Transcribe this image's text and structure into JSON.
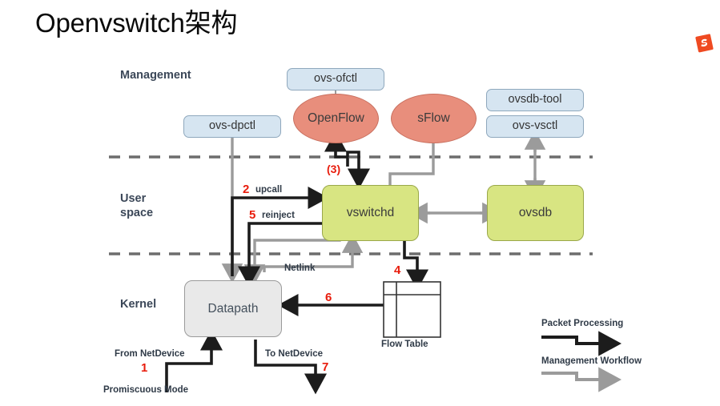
{
  "slide": {
    "title": "Openvswitch架构",
    "logo_name": "s-logo",
    "logo_color": "#ef4a21"
  },
  "layers": [
    {
      "id": "management",
      "label": "Management"
    },
    {
      "id": "userspace",
      "label_line1": "User",
      "label_line2": "space"
    },
    {
      "id": "kernel",
      "label": "Kernel"
    }
  ],
  "nodes": {
    "ovs_ofctl": {
      "label": "ovs-ofctl",
      "shape": "rounded-rect",
      "color": "#d6e5f1"
    },
    "ovs_dpctl": {
      "label": "ovs-dpctl",
      "shape": "rounded-rect",
      "color": "#d6e5f1"
    },
    "ovsdb_tool": {
      "label": "ovsdb-tool",
      "shape": "rounded-rect",
      "color": "#d6e5f1"
    },
    "ovs_vsctl": {
      "label": "ovs-vsctl",
      "shape": "rounded-rect",
      "color": "#d6e5f1"
    },
    "openflow": {
      "label": "OpenFlow",
      "shape": "ellipse",
      "color": "#e88e7c"
    },
    "sflow": {
      "label": "sFlow",
      "shape": "ellipse",
      "color": "#e88e7c"
    },
    "vswitchd": {
      "label": "vswitchd",
      "shape": "rounded-rect",
      "color": "#d8e582"
    },
    "ovsdb": {
      "label": "ovsdb",
      "shape": "rounded-rect",
      "color": "#d8e582"
    },
    "datapath": {
      "label": "Datapath",
      "shape": "rounded-rect",
      "color": "#e9e9e9"
    },
    "flow_table": {
      "label": "Flow Table",
      "shape": "table",
      "color": "#ffffff"
    }
  },
  "edge_labels": {
    "upcall": "upcall",
    "reinject": "reinject",
    "netlink": "Netlink",
    "from_netdevice": "From NetDevice",
    "to_netdevice": "To NetDevice",
    "promiscuous": "Promiscuous Mode"
  },
  "steps": {
    "s1": "1",
    "s2": "2",
    "s3": "(3)",
    "s4": "4",
    "s5": "5",
    "s6": "6",
    "s7": "7",
    "color": "#e81c0c"
  },
  "legend": {
    "packet_processing": "Packet Processing",
    "management_workflow": "Management Workflow",
    "packet_color": "#1c1c1c",
    "management_color": "#9b9b9b"
  }
}
